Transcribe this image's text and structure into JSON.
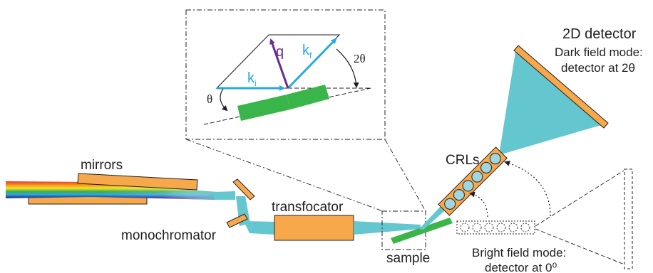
{
  "labels": {
    "mirrors": "mirrors",
    "monochromator": "monochromator",
    "transfocator": "transfocator",
    "sample": "sample",
    "crls": "CRLs",
    "detector_title": "2D detector",
    "dark_field_line1": "Dark field mode:",
    "dark_field_line2": "detector at 2θ",
    "bright_field_line1": "Bright field mode:",
    "bright_field_line2": "detector at 0⁰"
  },
  "inset": {
    "q": "q",
    "k_i": "k",
    "k_i_sub": "i",
    "k_f": "k",
    "k_f_sub": "f",
    "theta": "θ",
    "two_theta_num": "2",
    "two_theta_sym": "θ"
  },
  "colors": {
    "component_fill": "#f7a84a",
    "component_stroke": "#231f20",
    "beam": "#64c6cf",
    "sample_green": "#39b54a",
    "wavevector_blue": "#27a9e1",
    "scattering_vector": "#6a2c91",
    "lens_fill": "#9fd6e0"
  }
}
